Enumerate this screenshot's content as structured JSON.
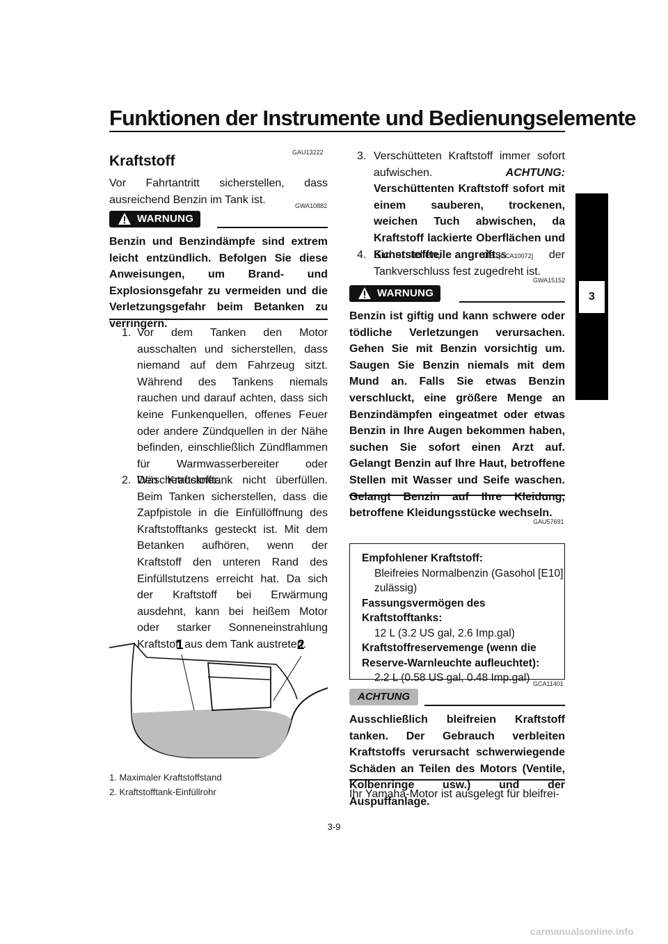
{
  "header": {
    "title": "Funktionen der Instrumente und Bedienungselemente"
  },
  "chapter_tab": "3",
  "page_number": "3-9",
  "watermark": "carmanualsonline.info",
  "left": {
    "section_code": "GAU13222",
    "section_title": "Kraftstoff",
    "intro": "Vor Fahrtantritt sicherstellen, dass ausreichend Benzin im Tank ist.",
    "warning_code": "GWA10882",
    "warning_label": "WARNUNG",
    "warning_text": "Benzin und Benzindämpfe sind extrem leicht entzündlich. Befolgen Sie diese Anweisungen, um Brand- und Explosionsgefahr zu vermeiden und die Verletzungsgefahr beim Betanken zu verringern.",
    "steps": [
      {
        "num": "1.",
        "text": "Vor dem Tanken den Motor ausschalten und sicherstellen, dass niemand auf dem Fahrzeug sitzt. Während des Tankens niemals rauchen und darauf achten, dass sich keine Funkenquellen, offenes Feuer oder andere Zündquellen in der Nähe befinden, einschließlich Zündflammen für Warmwasserbereiter oder Wäschetrockner."
      },
      {
        "num": "2.",
        "text": "Den Kraftstofftank nicht überfüllen. Beim Tanken sicherstellen, dass die Zapfpistole in die Einfüllöffnung des Kraftstofftanks gesteckt ist. Mit dem Betanken aufhören, wenn der Kraftstoff den unteren Rand des Einfüllstutzens erreicht hat. Da sich der Kraftstoff bei Erwärmung ausdehnt, kann bei heißem Motor oder starker Sonneneinstrahlung Kraftstoff aus dem Tank austreten."
      }
    ],
    "diagram": {
      "callout_1": "1",
      "callout_2": "2"
    },
    "captions": [
      "1. Maximaler Kraftstoffstand",
      "2. Kraftstofftank-Einfüllrohr"
    ]
  },
  "right": {
    "step3_num": "3.",
    "step3_text": "Verschütteten Kraftstoff immer sofort aufwischen.",
    "step3_achtung": "ACHTUNG:",
    "step3_bold": "Verschüttenten Kraftstoff sofort mit einem sauberen, trockenen, weichen Tuch abwischen, da Kraftstoff lackierte Oberflächen und Kunststoffteile angreift.",
    "step3_code": "[GCA10072]",
    "step4_num": "4.",
    "step4_text": "Sicherstellen, dass der Tankverschluss fest zugedreht ist.",
    "warning2_code": "GWA15152",
    "warning2_label": "WARNUNG",
    "warning2_text": "Benzin ist giftig und kann schwere oder tödliche Verletzungen verursachen. Gehen Sie mit Benzin vorsichtig um. Saugen Sie Benzin niemals mit dem Mund an. Falls Sie etwas Benzin verschluckt, eine größere Menge an Benzindämpfen eingeatmet oder etwas Benzin in Ihre Augen bekommen haben, suchen Sie sofort einen Arzt auf. Gelangt Benzin auf Ihre Haut, betroffene Stellen mit Wasser und Seife waschen. Gelangt Benzin auf Ihre Kleidung, betroffene Kleidungsstücke wechseln.",
    "spec_code": "GAU57691",
    "spec": [
      {
        "label": "Empfohlener Kraftstoff:",
        "value": "Bleifreies Normalbenzin (Gasohol [E10] zulässig)"
      },
      {
        "label": "Fassungsvermögen des Kraftstofftanks:",
        "value": "12 L (3.2 US gal, 2.6 Imp.gal)"
      },
      {
        "label": "Kraftstoffreservemenge (wenn die Reserve-Warnleuchte aufleuchtet):",
        "value": "2.2 L (0.58 US gal, 0.48 Imp.gal)"
      }
    ],
    "achtung_code": "GCA11401",
    "achtung_label": "ACHTUNG",
    "achtung_text": "Ausschließlich bleifreien Kraftstoff tanken. Der Gebrauch verbleiten Kraftstoffs verursacht schwerwiegende Schäden an Teilen des Motors (Ventile, Kolbenringe usw.) und der Auspuffanlage.",
    "closing": "Ihr Yamaha-Motor ist ausgelegt für bleifrei-"
  }
}
